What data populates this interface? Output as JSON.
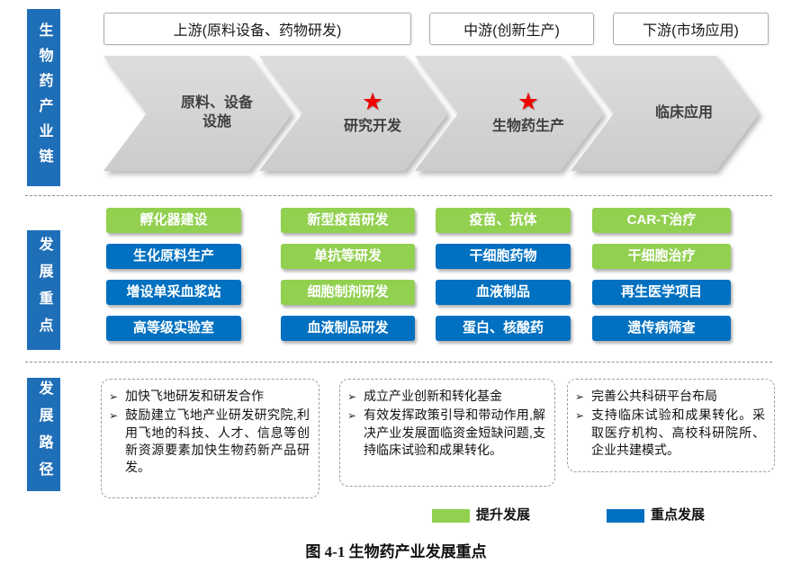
{
  "chain": {
    "side_label": "生物药产业链",
    "headers": [
      "上游(原料设备、药物研发)",
      "中游(创新生产)",
      "下游(市场应用)"
    ],
    "chevrons": [
      {
        "label": "原料、设备设施",
        "star": false
      },
      {
        "label": "研究开发",
        "star": true
      },
      {
        "label": "生物药生产",
        "star": true
      },
      {
        "label": "临床应用",
        "star": false
      }
    ]
  },
  "focus": {
    "side_label": "发展重点",
    "columns": [
      {
        "items": [
          {
            "label": "孵化器建设",
            "type": "green"
          },
          {
            "label": "生化原料生产",
            "type": "blue"
          },
          {
            "label": "增设单采血浆站",
            "type": "blue"
          },
          {
            "label": "高等级实验室",
            "type": "blue"
          }
        ]
      },
      {
        "items": [
          {
            "label": "新型疫苗研发",
            "type": "green"
          },
          {
            "label": "单抗等研发",
            "type": "green"
          },
          {
            "label": "细胞制剂研发",
            "type": "green"
          },
          {
            "label": "血液制品研发",
            "type": "blue"
          }
        ]
      },
      {
        "items": [
          {
            "label": "疫苗、抗体",
            "type": "green"
          },
          {
            "label": "干细胞药物",
            "type": "blue"
          },
          {
            "label": "血液制品",
            "type": "blue"
          },
          {
            "label": "蛋白、核酸药",
            "type": "blue"
          }
        ]
      },
      {
        "items": [
          {
            "label": "CAR-T治疗",
            "type": "green"
          },
          {
            "label": "干细胞治疗",
            "type": "green"
          },
          {
            "label": "再生医学项目",
            "type": "blue"
          },
          {
            "label": "遗传病筛查",
            "type": "blue"
          }
        ]
      }
    ]
  },
  "path": {
    "side_label": "发展路径",
    "boxes": [
      {
        "bullets": [
          "加快飞地研发和研发合作",
          "鼓励建立飞地产业研发研究院,利用飞地的科技、人才、信息等创新资源要素加快生物药新产品研发。"
        ]
      },
      {
        "bullets": [
          "成立产业创新和转化基金",
          "有效发挥政策引导和带动作用,解决产业发展面临资金短缺问题,支持临床试验和成果转化。"
        ]
      },
      {
        "bullets": [
          "完善公共科研平台布局",
          "支持临床试验和成果转化。采取医疗机构、高校科研院所、企业共建模式。"
        ]
      }
    ]
  },
  "legend": [
    {
      "label": "提升发展",
      "color": "#92D050"
    },
    {
      "label": "重点发展",
      "color": "#0070C0"
    }
  ],
  "caption": "图 4-1  生物药产业发展重点",
  "icons": {
    "star": "★",
    "bullet": "➢"
  },
  "colors": {
    "side_bar_blue": "#1F6EB8",
    "focus_green": "#92D050",
    "focus_blue": "#0070C0",
    "chevron_gray": "#D6D6D6",
    "star_red": "#FF0000"
  }
}
